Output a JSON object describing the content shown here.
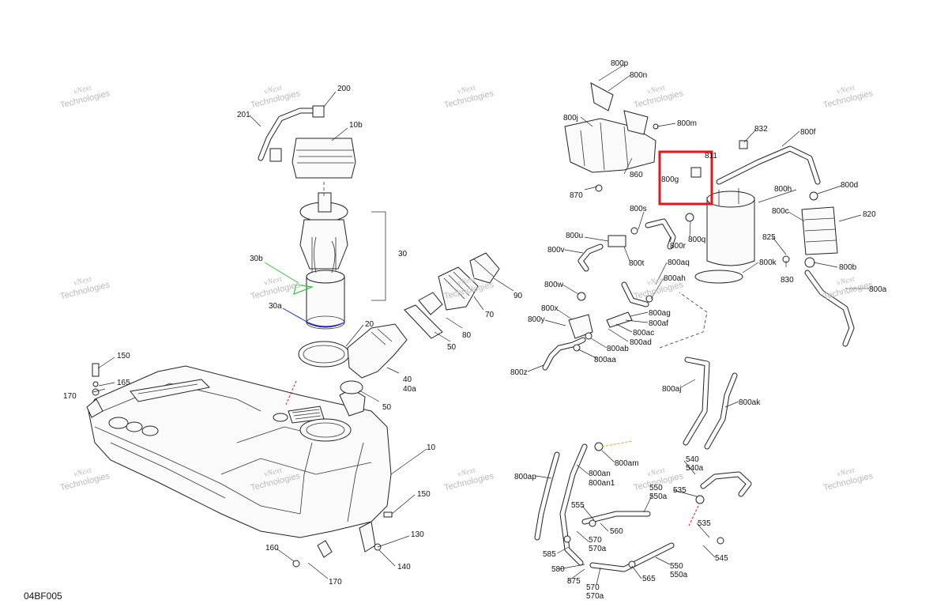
{
  "drawing_code": "04BF005",
  "watermark": {
    "line1": "vNext",
    "line2": "Technologies"
  },
  "highlight_color": "#e8141c",
  "labels": {
    "l200": "200",
    "l201": "201",
    "l10b": "10b",
    "l30": "30",
    "l30b": "30b",
    "l30a": "30a",
    "l20": "20",
    "l40": "40",
    "l40a": "40a",
    "l50a": "50",
    "l50b": "50",
    "l70": "70",
    "l80": "80",
    "l90": "90",
    "l150a": "150",
    "l165": "165",
    "l170a": "170",
    "l10": "10",
    "l150b": "150",
    "l130": "130",
    "l140": "140",
    "l160": "160",
    "l170b": "170",
    "l800p": "800p",
    "l800n": "800n",
    "l800j": "800j",
    "l800m": "800m",
    "l832": "832",
    "l800f": "800f",
    "l811": "811",
    "l800g": "800g",
    "l860": "860",
    "l870": "870",
    "l800h": "800h",
    "l800d": "800d",
    "l800c": "800c",
    "l820": "820",
    "l825": "825",
    "l800b": "800b",
    "l830": "830",
    "l800k": "800k",
    "l800a": "800a",
    "l800s": "800s",
    "l800u": "800u",
    "l800v": "800v",
    "l800t": "800t",
    "l800r": "800r",
    "l800q": "800q",
    "l800aq": "800aq",
    "l800ah": "800ah",
    "l800w": "800w",
    "l800x": "800x",
    "l800y": "800y",
    "l800ag": "800ag",
    "l800af": "800af",
    "l800ac": "800ac",
    "l800ad": "800ad",
    "l800ab": "800ab",
    "l800aa": "800aa",
    "l800z": "800z",
    "l800aj": "800aj",
    "l800ak": "800ak",
    "l800am": "800am",
    "l800ap": "800ap",
    "l800an": "800an",
    "l800an1": "800an1",
    "l540": "540",
    "l540a": "540a",
    "l550a": "550",
    "l550aa": "550a",
    "l535a": "535",
    "l555": "555",
    "l560": "560",
    "l570a": "570",
    "l570aa": "570a",
    "l535b": "535",
    "l545": "545",
    "l585": "585",
    "l580": "580",
    "l575": "575",
    "l565": "565",
    "l550b": "550",
    "l550ab": "550a",
    "l570b": "570",
    "l570ab": "570a"
  }
}
